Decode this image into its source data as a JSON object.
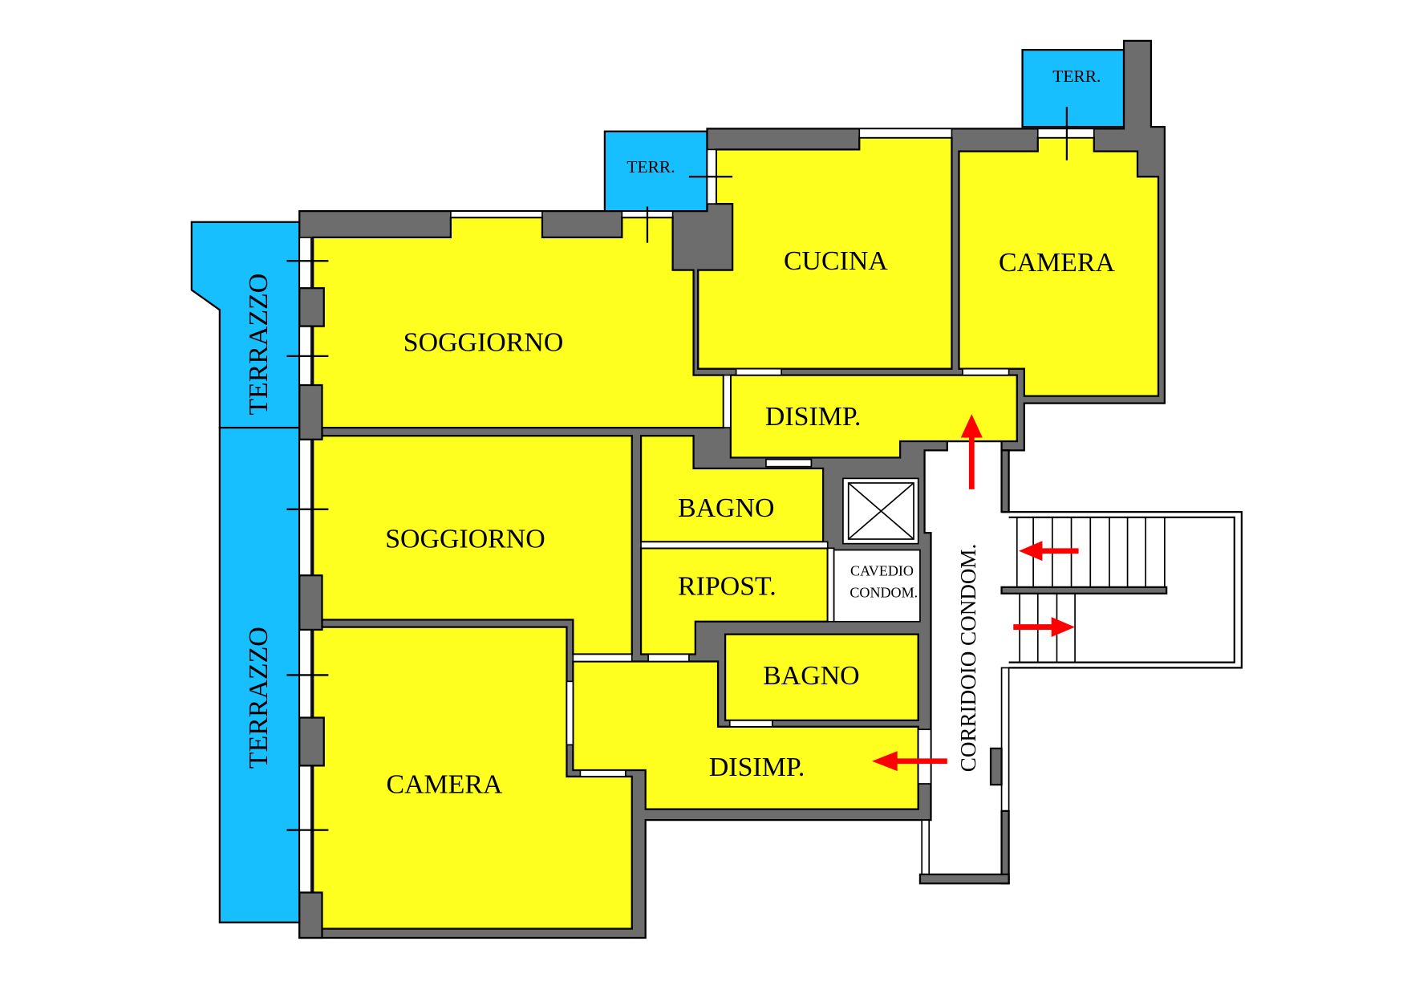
{
  "plan": {
    "colors": {
      "room": "#FFFF1F",
      "terrace": "#17BFFF",
      "wall": "#6D6D6D",
      "arrow": "#FF0000"
    },
    "rooms": {
      "soggiorno_upper": "SOGGIORNO",
      "cucina": "CUCINA",
      "camera_upper": "CAMERA",
      "disimp_upper": "DISIMP.",
      "bagno_upper": "BAGNO",
      "soggiorno_lower": "SOGGIORNO",
      "ripost": "RIPOST.",
      "bagno_lower": "BAGNO",
      "disimp_lower": "DISIMP.",
      "camera_lower": "CAMERA"
    },
    "terraces": {
      "terrazzo_upper": "TERRAZZO",
      "terrazzo_lower": "TERRAZZO",
      "terr_middle": "TERR.",
      "terr_right": "TERR."
    },
    "common_areas": {
      "cavedio_line1": "CAVEDIO",
      "cavedio_line2": "CONDOM.",
      "corridor": "CORRIDOIO CONDOM."
    },
    "icons": {
      "elevator": "elevator-shaft-icon",
      "stairs": "staircase-icon",
      "entrance_arrow": "red-arrow-icon"
    }
  }
}
